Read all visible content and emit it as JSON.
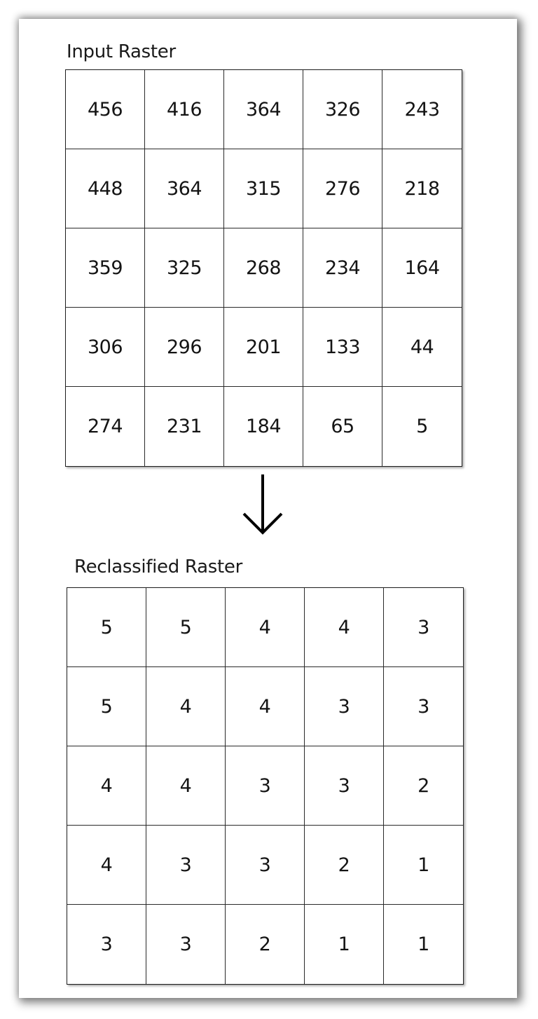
{
  "input_raster": {
    "title": "Input Raster",
    "rows": [
      [
        "456",
        "416",
        "364",
        "326",
        "243"
      ],
      [
        "448",
        "364",
        "315",
        "276",
        "218"
      ],
      [
        "359",
        "325",
        "268",
        "234",
        "164"
      ],
      [
        "306",
        "296",
        "201",
        "133",
        "44"
      ],
      [
        "274",
        "231",
        "184",
        "65",
        "5"
      ]
    ]
  },
  "arrow": {
    "icon": "down-arrow-icon",
    "color": "#000000"
  },
  "reclassified_raster": {
    "title": "Reclassified Raster",
    "rows": [
      [
        "5",
        "5",
        "4",
        "4",
        "3"
      ],
      [
        "5",
        "4",
        "4",
        "3",
        "3"
      ],
      [
        "4",
        "4",
        "3",
        "3",
        "2"
      ],
      [
        "4",
        "3",
        "3",
        "2",
        "1"
      ],
      [
        "3",
        "3",
        "2",
        "1",
        "1"
      ]
    ]
  }
}
